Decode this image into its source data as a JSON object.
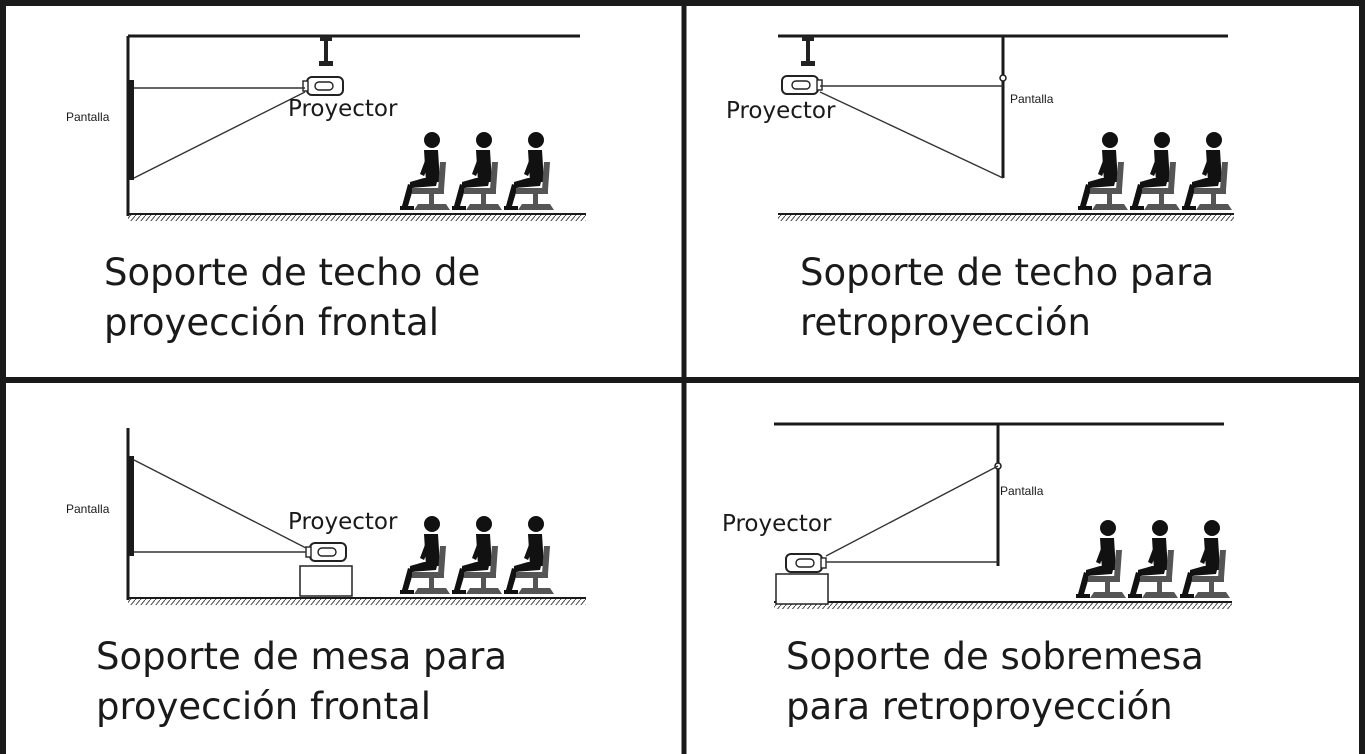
{
  "labels": {
    "projector": "Proyector",
    "screen": "Pantalla"
  },
  "panels": [
    {
      "caption_line1": "Soporte de techo de",
      "caption_line2": "proyección frontal"
    },
    {
      "caption_line1": "Soporte de techo para",
      "caption_line2": "retroproyección"
    },
    {
      "caption_line1": "Soporte de mesa para",
      "caption_line2": "proyección frontal"
    },
    {
      "caption_line1": "Soporte de sobremesa",
      "caption_line2": "para retroproyección"
    }
  ],
  "colors": {
    "line": "#1a1a1a",
    "background": "#ffffff",
    "chair": "#555555"
  }
}
